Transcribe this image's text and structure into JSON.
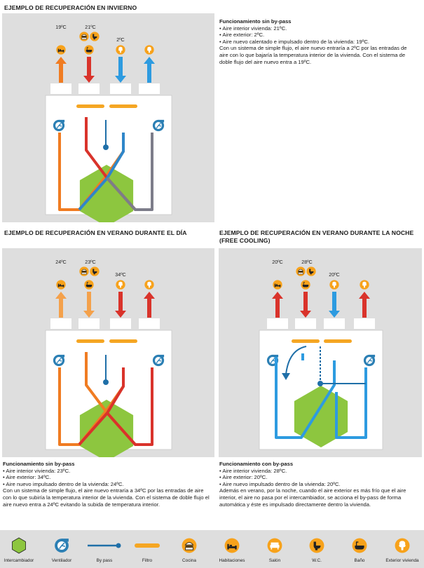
{
  "colors": {
    "panel": "#dedede",
    "hex": "#8dc63f",
    "filter": "#f5a623",
    "fan": "#2b7fb4",
    "bypass": "#1f6fa8",
    "orange": "#f07c22",
    "red": "#d9332b",
    "blue": "#2d9be0",
    "light_orange": "#f4a14b",
    "icon_bg": "#f7a21b"
  },
  "sections": {
    "winter": {
      "title": "EJEMPLO DE RECUPERACIÓN EN INVIERNO",
      "temp_left": "19ºC",
      "temp_mid": "21ºC",
      "temp_right": "2ºC",
      "desc_title": "Funcionamiento sin by-pass",
      "desc_lines": [
        "• Aire interior vivienda: 21ºC.",
        "• Aire exterior: 2ºC.",
        "• Aire nuevo calentado e impulsado dentro de la vivienda: 19ºC.",
        "Con un sistema de simple flujo, el aire nuevo entraría a 2ºC por las entradas de aire con lo que bajaría la temperatura interior de la vivienda. Con el sistema de doble flujo del aire nuevo entra a 19ºC."
      ]
    },
    "summer_day": {
      "title": "EJEMPLO DE RECUPERACIÓN EN VERANO DURANTE EL DÍA",
      "temp_left": "24ºC",
      "temp_mid": "23ºC",
      "temp_right": "34ºC",
      "desc_title": "Funcionamiento sin by-pass",
      "desc_lines": [
        "• Aire interior vivienda: 23ºC.",
        "• Aire exterior: 34ºC.",
        "• Aire nuevo impulsado dentro de la vivienda: 24ºC.",
        "Con un sistema de simple flujo, el aire nuevo entraría a 34ºC por las entradas de aire con lo que subiría la temperatura interior de la vivienda. Con el sistema de doble flujo el aire nuevo entra a 24ºC evitando la subida de temperatura interior."
      ]
    },
    "summer_night": {
      "title": "EJEMPLO DE RECUPERACIÓN EN VERANO DURANTE LA NOCHE (FREE COOLING)",
      "temp_left": "20ºC",
      "temp_mid": "28ºC",
      "temp_right": "20ºC",
      "desc_title": "Funcionamiento con by-pass",
      "desc_lines": [
        "• Aire interior vivienda: 28ºC.",
        "• Aire exterior: 20ºC.",
        "• Aire nuevo impulsado dentro de la vivienda: 20ºC.",
        "Además en  verano, por la noche, cuando el aire exterior es más frío que el aire interior, el aire no pasa por el intercambiador, se acciona el by-pass de forma automática y éste es impulsado directamente dentro la vivienda."
      ]
    }
  },
  "legend": [
    {
      "label": "Intercambiador",
      "icon": "hexagon-icon"
    },
    {
      "label": "Ventilador",
      "icon": "fan-icon"
    },
    {
      "label": "By pass",
      "icon": "bypass-icon"
    },
    {
      "label": "Filtro",
      "icon": "filter-icon"
    },
    {
      "label": "Cocina",
      "icon": "kitchen-icon"
    },
    {
      "label": "Habitaciones",
      "icon": "bed-icon"
    },
    {
      "label": "Salón",
      "icon": "sofa-icon"
    },
    {
      "label": "W.C.",
      "icon": "toilet-icon"
    },
    {
      "label": "Baño",
      "icon": "bathtub-icon"
    },
    {
      "label": "Exterior vivienda",
      "icon": "tree-icon"
    }
  ]
}
